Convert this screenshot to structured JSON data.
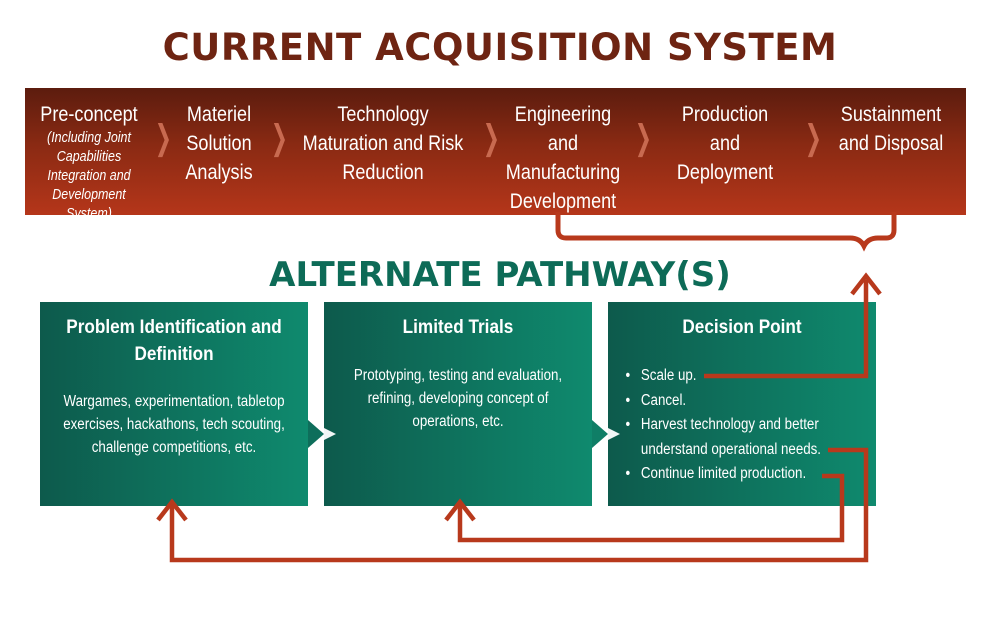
{
  "current_title": "CURRENT ACQUISITION SYSTEM",
  "phases": [
    {
      "label": "Pre-concept",
      "sub": "(Including Joint Capabilities Integration and Development System)"
    },
    {
      "label": "Materiel Solution Analysis"
    },
    {
      "label": "Technology Maturation and Risk Reduction"
    },
    {
      "label": "Engineering and Manufacturing Development"
    },
    {
      "label": "Production and Deployment"
    },
    {
      "label": "Sustainment and Disposal"
    }
  ],
  "alternate_title": "ALTERNATE PATHWAY(S)",
  "boxes": [
    {
      "title": "Problem Identification and Definition",
      "body": "Wargames, experimentation, tabletop exercises, hackathons, tech scouting, challenge competitions, etc."
    },
    {
      "title": "Limited Trials",
      "body": "Prototyping, testing and evaluation, refining, developing concept of operations, etc."
    },
    {
      "title": "Decision Point",
      "items": [
        "Scale up.",
        "Cancel.",
        "Harvest technology and better understand operational needs.",
        "Continue limited production."
      ]
    }
  ],
  "colors": {
    "current_title": "#6e2412",
    "band_dark": "#5c1c0e",
    "band_light": "#b5361a",
    "alternate_title": "#0d6b57",
    "box_dark": "#0d5a4c",
    "box_light": "#0f8a6e",
    "connector": "#b8391c"
  }
}
